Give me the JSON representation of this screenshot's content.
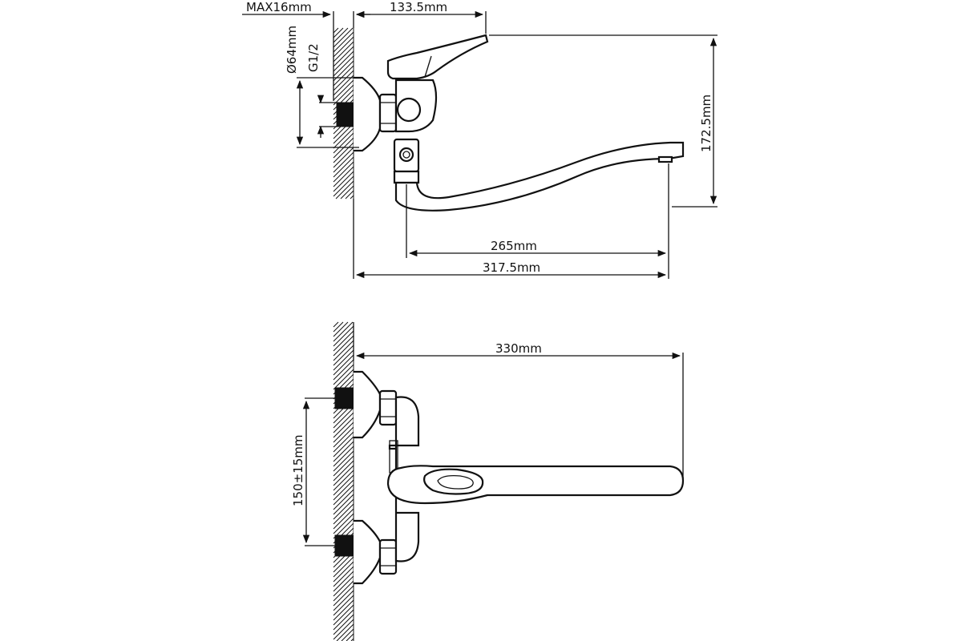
{
  "top_view": {
    "dims": {
      "wall_max": "MAX16mm",
      "body_offset": "133.5mm",
      "escutcheon_diameter": "Ø64mm",
      "thread": "G1/2",
      "height": "172.5mm",
      "spout_reach": "265mm",
      "total_reach": "317.5mm"
    }
  },
  "front_view": {
    "dims": {
      "total_length": "330mm",
      "center_distance": "150±15mm"
    }
  }
}
